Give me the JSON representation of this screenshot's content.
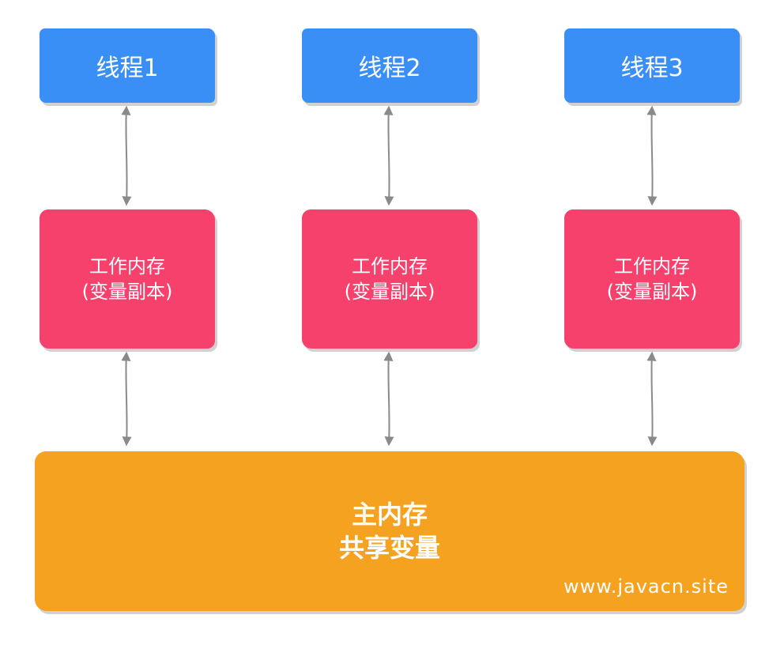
{
  "threads": [
    {
      "label": "线程1"
    },
    {
      "label": "线程2"
    },
    {
      "label": "线程3"
    }
  ],
  "working_memory": [
    {
      "line1": "工作内存",
      "line2": "(变量副本)"
    },
    {
      "line1": "工作内存",
      "line2": "(变量副本)"
    },
    {
      "line1": "工作内存",
      "line2": "(变量副本)"
    }
  ],
  "main_memory": {
    "line1": "主内存",
    "line2": "共享变量"
  },
  "watermark": "www.javacn.site",
  "colors": {
    "thread": "#3a8ff7",
    "working_memory": "#f6416c",
    "main_memory": "#f5a221",
    "arrow": "#8a8a8a"
  }
}
